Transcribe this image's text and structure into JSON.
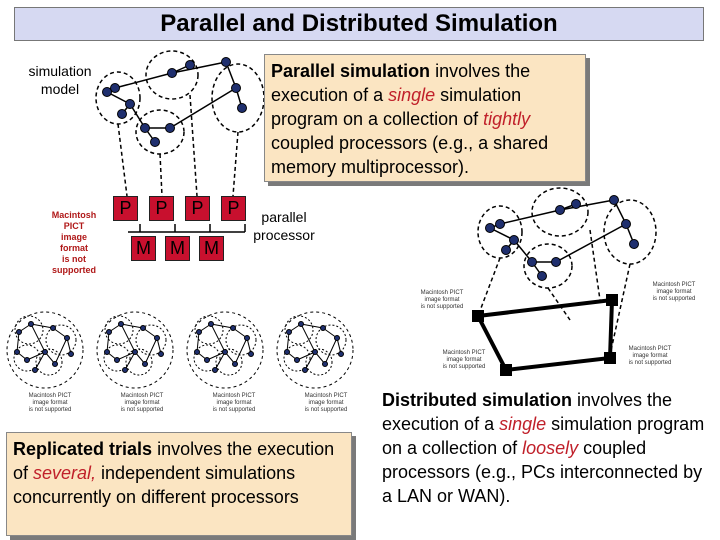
{
  "title": "Parallel and Distributed Simulation",
  "simulation_model_label": [
    "simulation",
    "model"
  ],
  "parallel_processor_label": [
    "parallel",
    "processor"
  ],
  "processor_letter": "P",
  "memory_letter": "M",
  "parallel_box": {
    "term": "Parallel simulation",
    "t1": " involves the execution of a ",
    "em1": "single",
    "t2": " simulation program on a collection of ",
    "em2": "tightly",
    "t3": " coupled processors (e.g., a shared memory multiprocessor)."
  },
  "replicated_box": {
    "term": "Replicated trials",
    "t1": " involves the execution of ",
    "em1": "several,",
    "t2": " independent simulations concurrently on different processors"
  },
  "distributed_box": {
    "term": "Distributed simulation",
    "t1": " involves the execution of a ",
    "em1": "single",
    "t2": " simulation program on a collection of ",
    "em2": "loosely",
    "t3": " coupled processors (e.g., PCs interconnected by a LAN or WAN)."
  },
  "placeholder": [
    "Macintosh PICT",
    "image format",
    "is not supported"
  ],
  "colors": {
    "title_bg": "#d6d9f2",
    "box_bg": "#fbe5c2",
    "emphasis": "#c0202a",
    "pm_fill": "#c8102e",
    "node_fill": "#1f2f6e"
  }
}
